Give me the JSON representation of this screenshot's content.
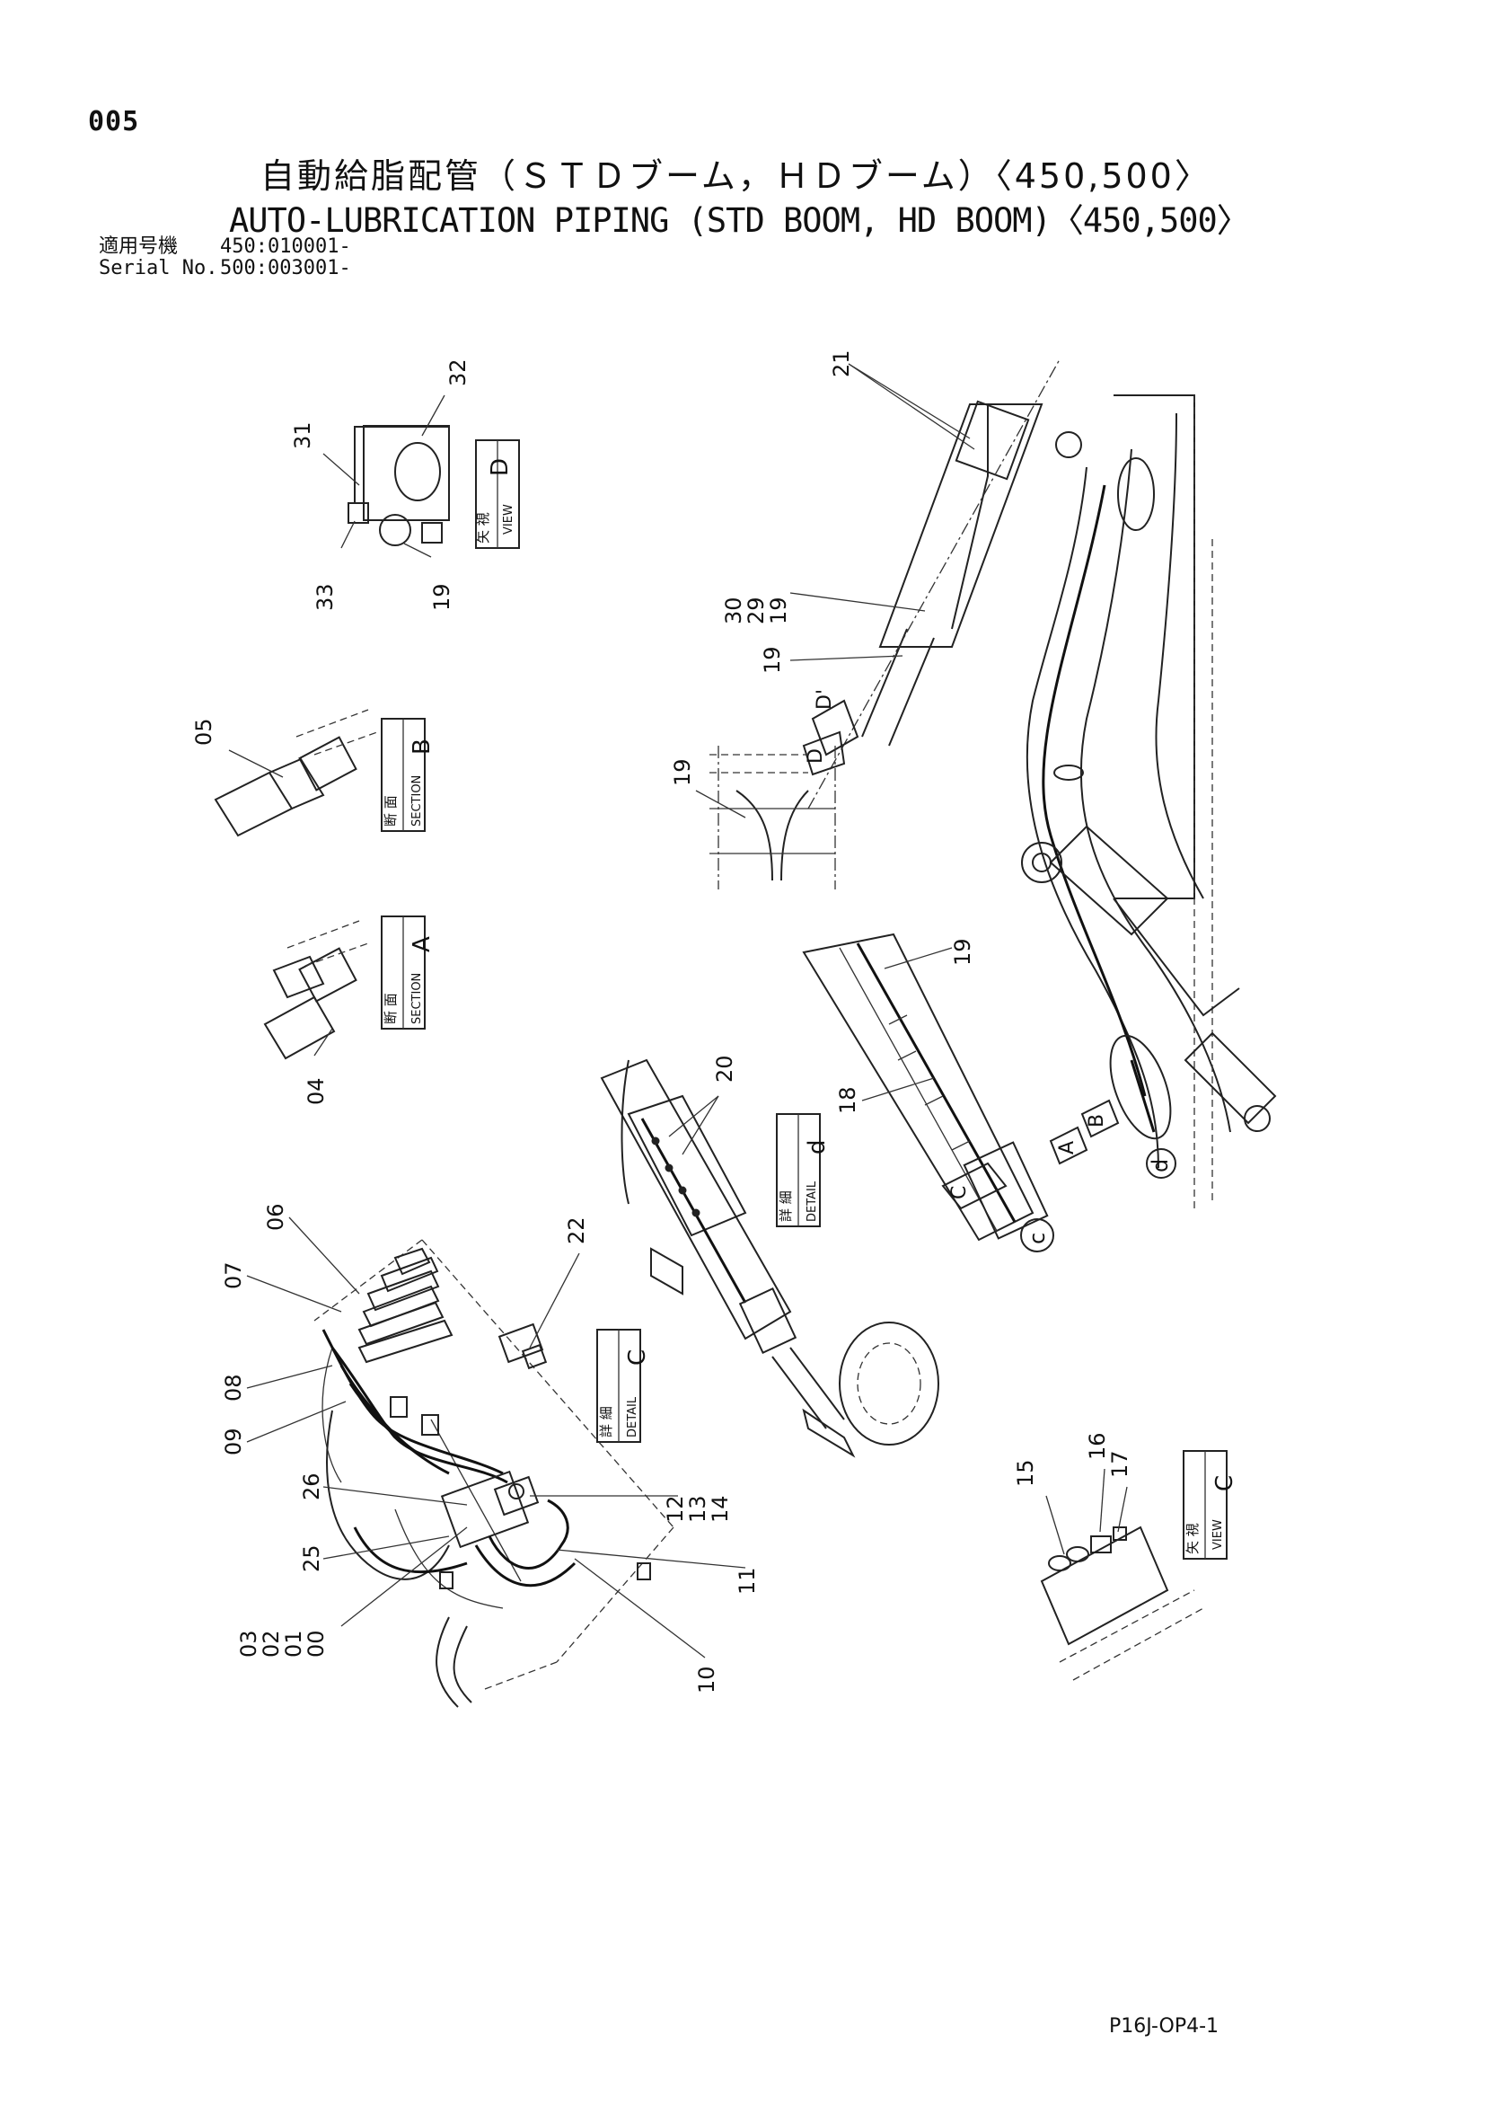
{
  "page": {
    "number": "005",
    "title_jp": "自動給脂配管（ＳＴＤブーム，ＨＤブーム）〈450,500〉",
    "title_en": "AUTO-LUBRICATION PIPING (STD BOOM, HD BOOM)〈450,500〉",
    "footer_code": "P16J-OP4-1"
  },
  "serial": {
    "label_jp": "適用号機",
    "label_en": "Serial No.",
    "value_1": "450:010001-",
    "value_2": "500:003001-"
  },
  "views": {
    "view_d": {
      "letter": "D",
      "jp": "矢 視",
      "en": "VIEW"
    },
    "view_c": {
      "letter": "C",
      "jp": "矢 視",
      "en": "VIEW"
    },
    "section_a": {
      "letter": "A",
      "jp": "断 面",
      "en": "SECTION"
    },
    "section_b": {
      "letter": "B",
      "jp": "断 面",
      "en": "SECTION"
    },
    "detail_c": {
      "letter": "C",
      "jp": "詳 細",
      "en": "DETAIL"
    },
    "detail_d": {
      "letter": "d",
      "jp": "詳 細",
      "en": "DETAIL"
    }
  },
  "markers": {
    "a": "A",
    "b": "B",
    "c_upper": "C",
    "d_upper": "D",
    "d_prime": "D'",
    "c_lower": "c",
    "d_lower": "d"
  },
  "callouts": {
    "p00": "00",
    "p01": "01",
    "p02": "02",
    "p03": "03",
    "p04": "04",
    "p05": "05",
    "p06": "06",
    "p07": "07",
    "p08": "08",
    "p09": "09",
    "p10": "10",
    "p11": "11",
    "p12": "12",
    "p13": "13",
    "p14": "14",
    "p15": "15",
    "p16": "16",
    "p17": "17",
    "p18": "18",
    "p19a": "19",
    "p19b": "19",
    "p19c": "19",
    "p19d": "19",
    "p19e": "19",
    "p20": "20",
    "p21": "21",
    "p22": "22",
    "p25": "25",
    "p26": "26",
    "p29": "29",
    "p30": "30",
    "p31": "31",
    "p32": "32",
    "p33": "33"
  }
}
